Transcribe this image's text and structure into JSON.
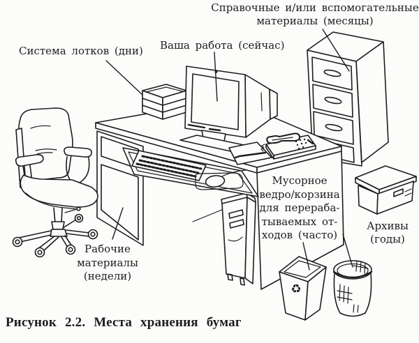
{
  "figure": {
    "caption": "Рисунок 2.2. Места хранения бумаг"
  },
  "labels": {
    "reference_materials": {
      "lines": [
        "Справочные и/или вспомогательные",
        "материалы (месяцы)"
      ]
    },
    "tray_system": {
      "lines": [
        "Система лотков (дни)"
      ]
    },
    "your_work": {
      "lines": [
        "Ваша работа (сейчас)"
      ]
    },
    "waste_bin": {
      "lines": [
        "Мусорное",
        "ведро/корзина",
        "для перераба-",
        "тываемых от-",
        "ходов (часто)"
      ]
    },
    "archives": {
      "lines": [
        "Архивы",
        "(годы)"
      ]
    },
    "working_materials": {
      "lines": [
        "Рабочие",
        "материалы",
        "(недели)"
      ]
    }
  },
  "icons": {
    "recycle": "♻"
  },
  "colors": {
    "ink": "#1d1d1d",
    "paper": "#fcfcfb"
  }
}
